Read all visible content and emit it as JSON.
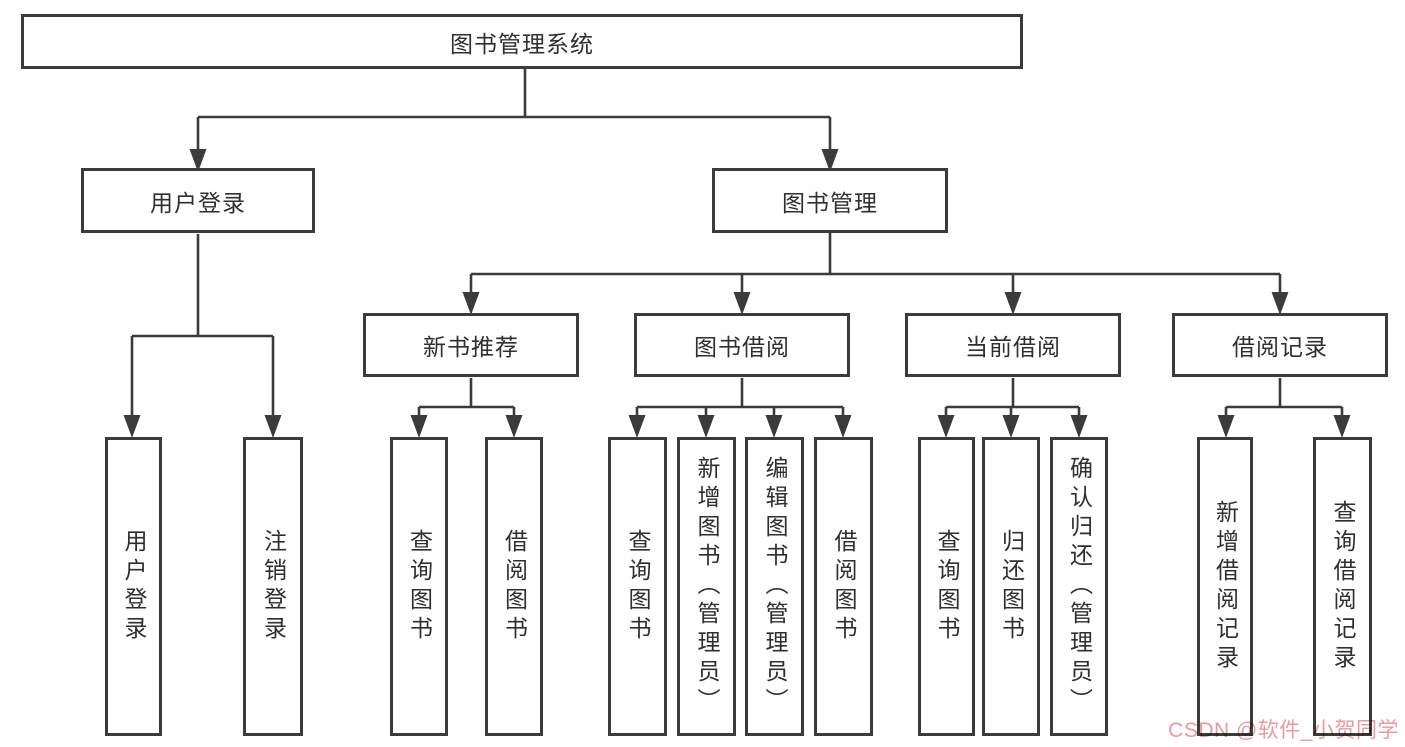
{
  "diagram": {
    "title_node": "图书管理系统",
    "root": {
      "label": "图书管理系统"
    },
    "level1": [
      {
        "id": "user-login-branch",
        "label": "用户登录"
      },
      {
        "id": "book-management-branch",
        "label": "图书管理"
      }
    ],
    "level2": [
      {
        "id": "new-book-recommend",
        "parent": "图书管理",
        "label": "新书推荐"
      },
      {
        "id": "book-borrowing",
        "parent": "图书管理",
        "label": "图书借阅"
      },
      {
        "id": "current-borrowing",
        "parent": "图书管理",
        "label": "当前借阅"
      },
      {
        "id": "borrowing-records",
        "parent": "图书管理",
        "label": "借阅记录"
      }
    ],
    "leaves": [
      {
        "parent": "用户登录",
        "label": "用户登录"
      },
      {
        "parent": "用户登录",
        "label": "注销登录"
      },
      {
        "parent": "新书推荐",
        "label": "查询图书"
      },
      {
        "parent": "新书推荐",
        "label": "借阅图书"
      },
      {
        "parent": "图书借阅",
        "label": "查询图书"
      },
      {
        "parent": "图书借阅",
        "label": "新增图书（管理员）"
      },
      {
        "parent": "图书借阅",
        "label": "编辑图书（管理员）"
      },
      {
        "parent": "图书借阅",
        "label": "借阅图书"
      },
      {
        "parent": "当前借阅",
        "label": "查询图书"
      },
      {
        "parent": "当前借阅",
        "label": "归还图书"
      },
      {
        "parent": "当前借阅",
        "label": "确认归还（管理员）"
      },
      {
        "parent": "借阅记录",
        "label": "新增借阅记录"
      },
      {
        "parent": "借阅记录",
        "label": "查询借阅记录"
      }
    ]
  },
  "watermark": {
    "text": "CSDN @软件_小贺同学",
    "color": "#e8959b"
  },
  "colors": {
    "line": "#3b3b3b",
    "border": "#3b3b3b",
    "text": "#2f2f2f",
    "background": "#ffffff"
  }
}
